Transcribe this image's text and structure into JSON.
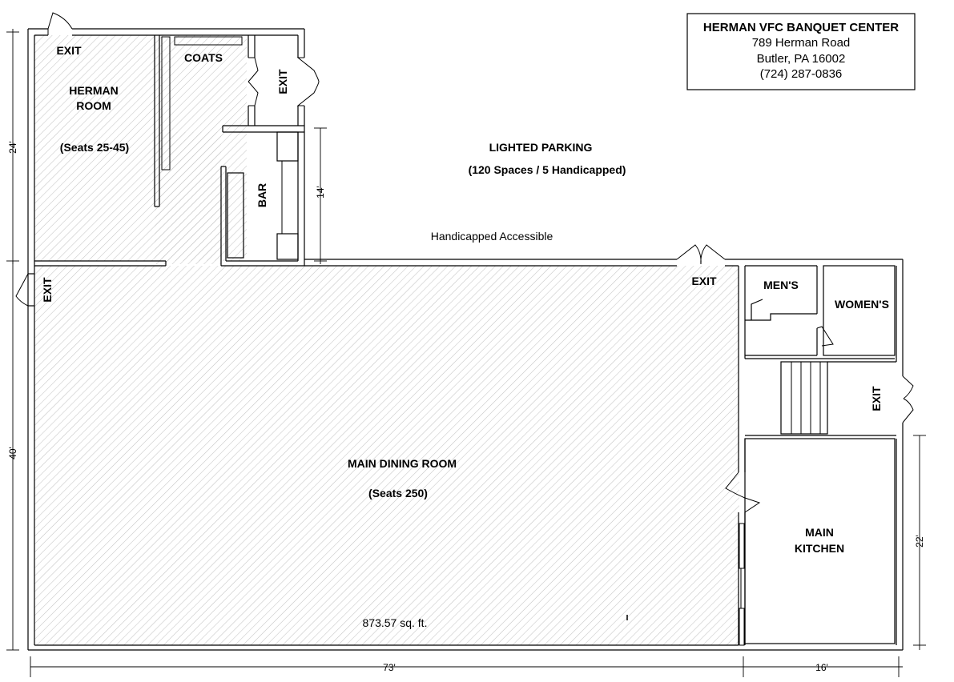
{
  "header": {
    "name": "HERMAN VFC BANQUET CENTER",
    "address": "789 Herman Road",
    "city": "Butler, PA  16002",
    "phone": "(724) 287-0836"
  },
  "parking": {
    "title": "LIGHTED PARKING",
    "details": "(120 Spaces / 5 Handicapped)",
    "accessible": "Handicapped Accessible"
  },
  "rooms": {
    "herman_room_line1": "HERMAN",
    "herman_room_line2": "ROOM",
    "herman_seats": "(Seats 25-45)",
    "coats": "COATS",
    "bar": "BAR",
    "main_dining": "MAIN DINING ROOM",
    "main_seats": "(Seats 250)",
    "area": "873.57 sq. ft.",
    "mens": "MEN'S",
    "womens": "WOMEN'S",
    "kitchen_line1": "MAIN",
    "kitchen_line2": "KITCHEN"
  },
  "exits": {
    "herman_exit": "EXIT",
    "coats_exit": "EXIT",
    "west_exit": "EXIT",
    "north_exit": "EXIT",
    "east_exit": "EXIT"
  },
  "dimensions": {
    "herman_height": "24'",
    "main_height": "40'",
    "bar_height": "14'",
    "kitchen_height": "22'",
    "main_width": "73'",
    "kitchen_width": "16'"
  },
  "colors": {
    "hatch": "#c4c4c4",
    "wall": "#000000"
  }
}
